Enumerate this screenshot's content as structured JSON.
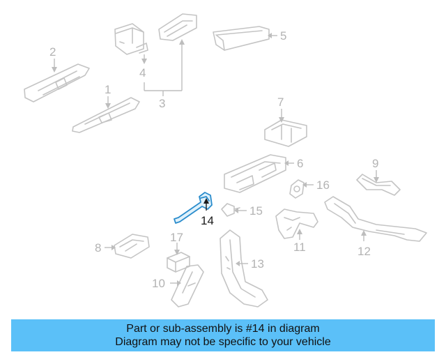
{
  "callouts": {
    "n1": "1",
    "n2": "2",
    "n3": "3",
    "n4": "4",
    "n5": "5",
    "n6": "6",
    "n7": "7",
    "n8": "8",
    "n9": "9",
    "n10": "10",
    "n11": "11",
    "n12": "12",
    "n13": "13",
    "n14": "14",
    "n15": "15",
    "n16": "16",
    "n17": "17"
  },
  "highlighted_part": "14",
  "colors": {
    "highlight": "#2a8ccc",
    "banner": "#5bc0f8",
    "linework": "#c4c4c4"
  },
  "banner": {
    "line1": "Part or sub-assembly is #14 in diagram",
    "line2": "Diagram may not be specific to your vehicle"
  }
}
